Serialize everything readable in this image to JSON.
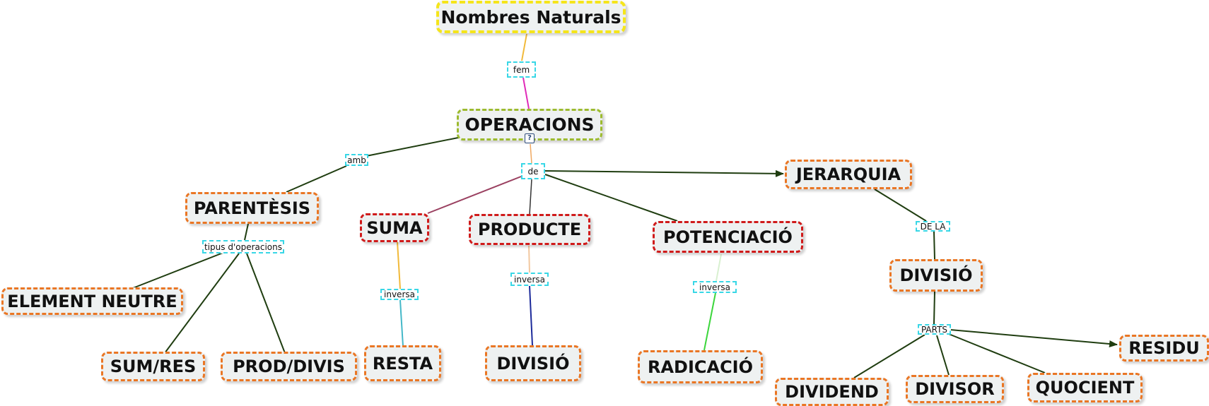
{
  "nodes": {
    "nombres_naturals": "Nombres Naturals",
    "operacions": "OPERACIONS",
    "jerarquia": "JERARQUIA",
    "parentesis": "PARENTÈSIS",
    "suma": "SUMA",
    "producte": "PRODUCTE",
    "potenciacio": "POTENCIACIÓ",
    "element_neutre": "ELEMENT NEUTRE",
    "sum_res": "SUM/RES",
    "prod_divis": "PROD/DIVIS",
    "resta": "RESTA",
    "divisio_producte": "DIVISIÓ",
    "radicacio": "RADICACIÓ",
    "divisio_jerarquia": "DIVISIÓ",
    "dividend": "DIVIDEND",
    "divisor": "DIVISOR",
    "quocient": "QUOCIENT",
    "residu": "RESIDU"
  },
  "links": {
    "fem": "fem",
    "amb": "amb",
    "de": "de",
    "tipus_operacions": "tipus d'operacions",
    "inversa_suma": "inversa",
    "inversa_producte": "inversa",
    "inversa_potenciacio": "inversa",
    "de_la": "DE LA",
    "parts": "PARTS"
  },
  "icons": {
    "operacions_resource": "document-icon"
  },
  "colors": {
    "title_border": "#f5e51b",
    "main_border": "#9dbb2f",
    "red_border": "#d01a1a",
    "orange_border": "#ea7624",
    "link_border": "#38d7e6",
    "connector_dark": "#1f3d10"
  }
}
